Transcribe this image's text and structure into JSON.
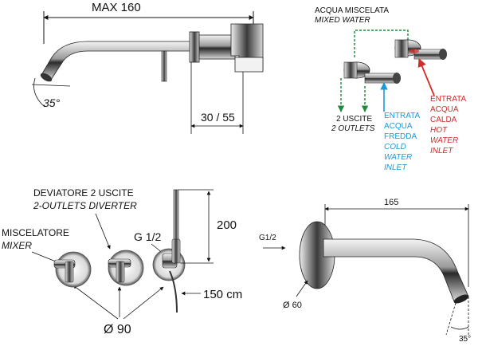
{
  "spout_side_view": {
    "max_length": "MAX 160",
    "angle": "35°",
    "depth_range": "30 / 55"
  },
  "flow_diagram": {
    "mixed_water_it": "ACQUA MISCELATA",
    "mixed_water_en": "MIXED WATER",
    "outlets_it": "2 USCITE",
    "outlets_en": "2 OUTLETS",
    "cold_inlet": [
      "ENTRATA",
      "ACQUA",
      "FREDDA",
      "COLD",
      "WATER",
      "INLET"
    ],
    "hot_inlet": [
      "ENTRATA",
      "ACQUA",
      "CALDA",
      "HOT",
      "WATER",
      "INLET"
    ],
    "colors": {
      "mixed": "#1e8a3c",
      "cold": "#1a9ad6",
      "hot": "#d42a2a",
      "line": "#111111"
    }
  },
  "front_view": {
    "diverter_it": "DEVIATORE 2 USCITE",
    "diverter_en": "2-OUTLETS  DIVERTER",
    "mixer_it": "MISCELATORE",
    "mixer_en": "MIXER",
    "thread": "G 1/2",
    "height": "200",
    "hose_length": "150 cm",
    "diameter": "Ø 90"
  },
  "spout_detail": {
    "length": "165",
    "thread": "G1/2",
    "diameter": "Ø 60",
    "angle": "35°"
  }
}
